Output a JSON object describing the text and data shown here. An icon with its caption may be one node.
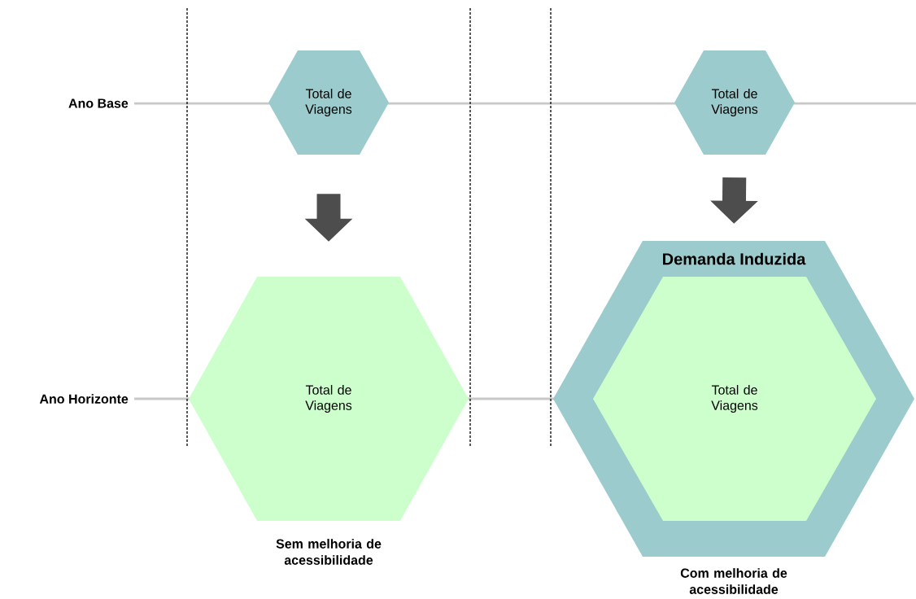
{
  "diagram": {
    "nodes": [
      {
        "text": [
          "Total de Viagens"
        ]
      },
      {
        "text": [
          "Total de Viagens"
        ]
      },
      {
        "text": [
          "Total de Viagens"
        ],
        "beside": [
          "Sem melhoria de acessibilidade"
        ]
      },
      {
        "text": [
          "Demanda Induzida"
        ],
        "beside": [
          "Com melhoria de acessibilidade"
        ]
      },
      {
        "text": [
          "Total de Viagens"
        ],
        "in": 3
      }
    ],
    "edges": [
      {
        "from": 0,
        "to": 2,
        "arrow": "to"
      },
      {
        "from": 1,
        "to": 3,
        "arrow": "to"
      }
    ],
    "labels": [
      "Ano Base",
      "Ano Horizonte"
    ]
  }
}
